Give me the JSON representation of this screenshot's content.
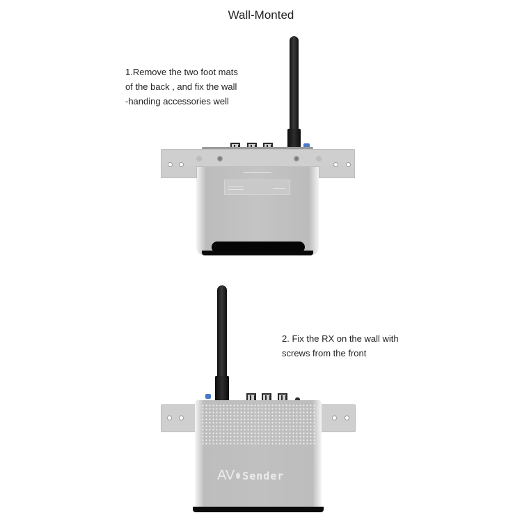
{
  "page": {
    "title": "Wall-Monted"
  },
  "steps": [
    {
      "lines": [
        "1.Remove the two foot mats",
        "of  the back , and fix the wall",
        "-handing accessories well"
      ]
    },
    {
      "lines": [
        "2. Fix the RX on the wall with",
        "screws from the front"
      ]
    }
  ],
  "device_front": {
    "logo_av": "AV",
    "logo_sender": "Sender"
  },
  "colors": {
    "background": "#ffffff",
    "device_silver": "#c2c2c2",
    "bracket": "#cfcfcf",
    "antenna": "#1a1a1a",
    "switch_blue": "#4a78c9",
    "text": "#222222"
  }
}
